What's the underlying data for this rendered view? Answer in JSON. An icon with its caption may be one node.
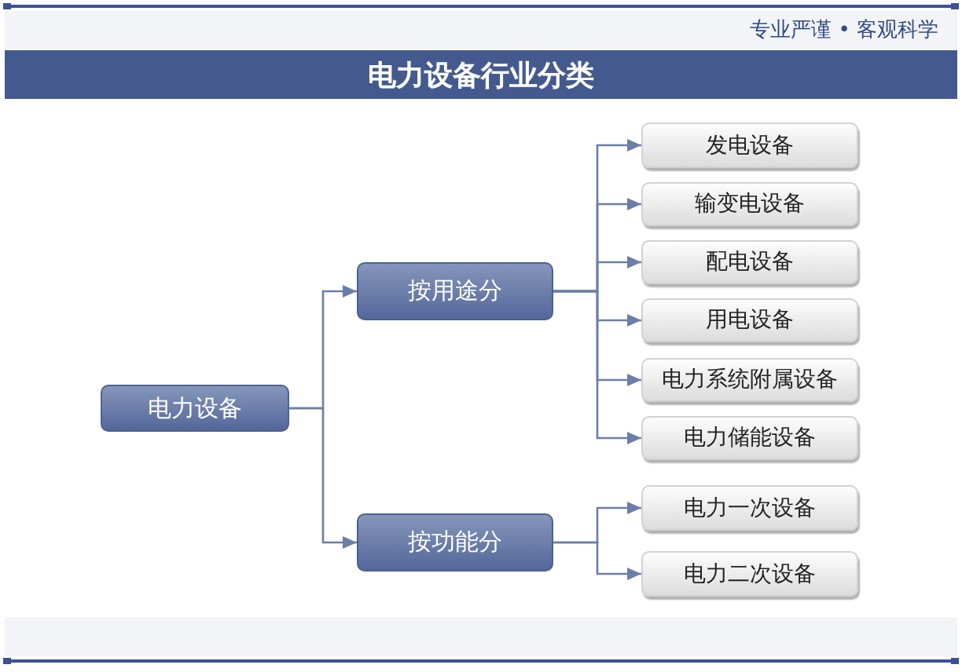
{
  "diagram": {
    "title": "电力设备行业分类",
    "nodes": [
      {
        "text": [
          "电力设备"
        ]
      },
      {
        "text": [
          "按用途分"
        ]
      },
      {
        "text": [
          "按功能分"
        ]
      },
      {
        "text": [
          "发电设备"
        ]
      },
      {
        "text": [
          "输变电设备"
        ]
      },
      {
        "text": [
          "配电设备"
        ]
      },
      {
        "text": [
          "用电设备"
        ]
      },
      {
        "text": [
          "电力系统附属设备"
        ]
      },
      {
        "text": [
          "电力储能设备"
        ]
      },
      {
        "text": [
          "电力一次设备"
        ]
      },
      {
        "text": [
          "电力二次设备"
        ]
      }
    ],
    "edges": [
      {
        "from": 0,
        "to": 1,
        "arrow": "to"
      },
      {
        "from": 0,
        "to": 2,
        "arrow": "to"
      },
      {
        "from": 1,
        "to": 3,
        "arrow": "to"
      },
      {
        "from": 1,
        "to": 4,
        "arrow": "to"
      },
      {
        "from": 1,
        "to": 5,
        "arrow": "to"
      },
      {
        "from": 1,
        "to": 6,
        "arrow": "to"
      },
      {
        "from": 1,
        "to": 7,
        "arrow": "to"
      },
      {
        "from": 1,
        "to": 8,
        "arrow": "to"
      },
      {
        "from": 2,
        "to": 9,
        "arrow": "to"
      },
      {
        "from": 2,
        "to": 10,
        "arrow": "to"
      }
    ],
    "labels": [
      "专业严谨 • 客观科学"
    ]
  }
}
